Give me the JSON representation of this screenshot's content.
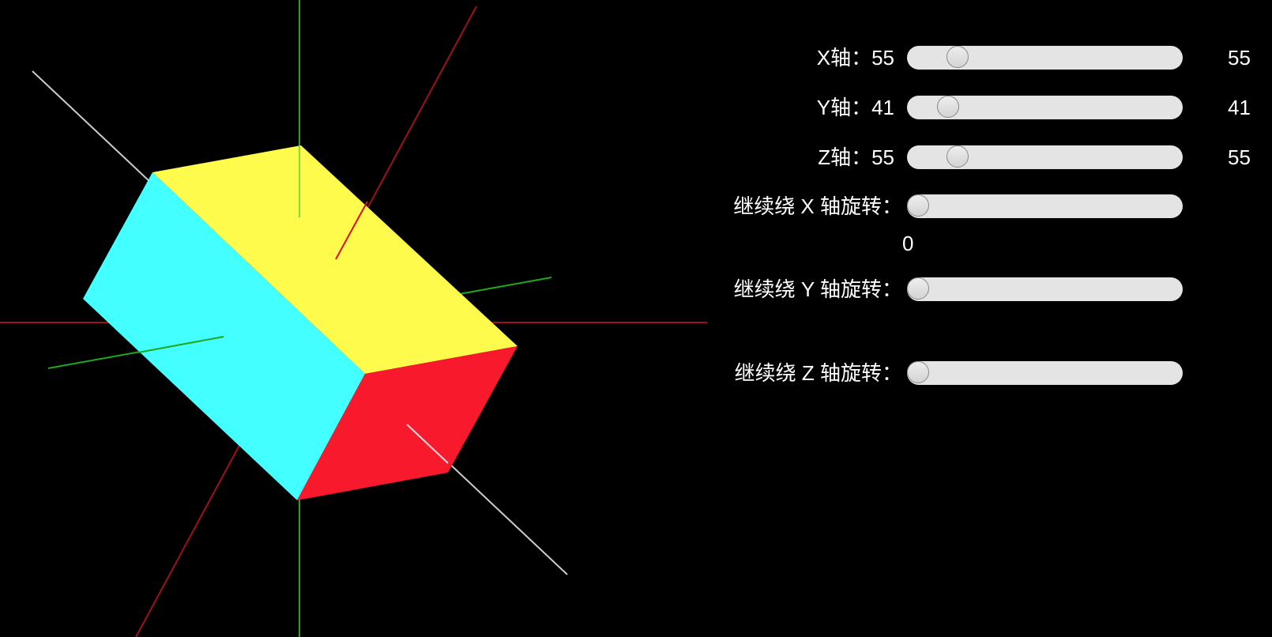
{
  "controls": {
    "angle_x": {
      "label": "X轴：",
      "value": "55",
      "readout": "55",
      "fraction": 0.153
    },
    "angle_y": {
      "label": "Y轴：",
      "value": "41",
      "readout": "41",
      "fraction": 0.114
    },
    "angle_z": {
      "label": "Z轴：",
      "value": "55",
      "readout": "55",
      "fraction": 0.153
    },
    "spin_x": {
      "label": "继续绕 X 轴旋转：",
      "readout": "0",
      "fraction": 0
    },
    "spin_y": {
      "label": "继续绕 Y 轴旋转：",
      "fraction": 0
    },
    "spin_z": {
      "label": "继续绕 Z 轴旋转：",
      "fraction": 0
    }
  },
  "colors": {
    "top_face": "#fffb4d",
    "left_face": "#44ffff",
    "front_face": "#f9192c",
    "axis_red": "#a0101a",
    "axis_green": "#1fa81f",
    "axis_white": "#cccccc"
  }
}
